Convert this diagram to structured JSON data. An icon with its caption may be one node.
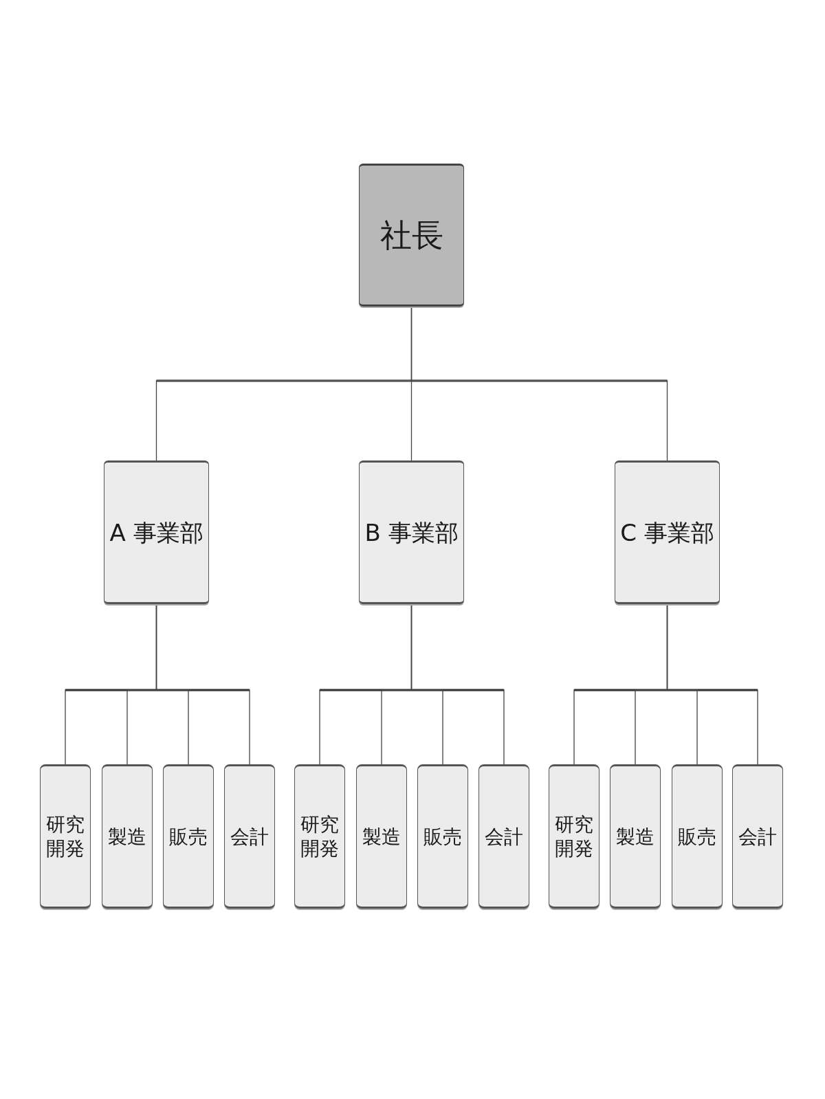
{
  "diagram": {
    "nodes": [
      {
        "text": [
          "社長"
        ]
      },
      {
        "text": [
          "A 事業部"
        ]
      },
      {
        "text": [
          "B 事業部"
        ]
      },
      {
        "text": [
          "C 事業部"
        ]
      },
      {
        "text": [
          "研究開発"
        ]
      },
      {
        "text": [
          "製造"
        ]
      },
      {
        "text": [
          "販売"
        ]
      },
      {
        "text": [
          "会計"
        ]
      },
      {
        "text": [
          "研究開発"
        ]
      },
      {
        "text": [
          "製造"
        ]
      },
      {
        "text": [
          "販売"
        ]
      },
      {
        "text": [
          "会計"
        ]
      },
      {
        "text": [
          "研究開発"
        ]
      },
      {
        "text": [
          "製造"
        ]
      },
      {
        "text": [
          "販売"
        ]
      },
      {
        "text": [
          "会計"
        ]
      }
    ],
    "edges": [
      {
        "from": 0,
        "to": 1,
        "arrow": "none"
      },
      {
        "from": 0,
        "to": 2,
        "arrow": "none"
      },
      {
        "from": 0,
        "to": 3,
        "arrow": "none"
      },
      {
        "from": 1,
        "to": 4,
        "arrow": "none"
      },
      {
        "from": 1,
        "to": 5,
        "arrow": "none"
      },
      {
        "from": 1,
        "to": 6,
        "arrow": "none"
      },
      {
        "from": 1,
        "to": 7,
        "arrow": "none"
      },
      {
        "from": 2,
        "to": 8,
        "arrow": "none"
      },
      {
        "from": 2,
        "to": 9,
        "arrow": "none"
      },
      {
        "from": 2,
        "to": 10,
        "arrow": "none"
      },
      {
        "from": 2,
        "to": 11,
        "arrow": "none"
      },
      {
        "from": 3,
        "to": 12,
        "arrow": "none"
      },
      {
        "from": 3,
        "to": 13,
        "arrow": "none"
      },
      {
        "from": 3,
        "to": 14,
        "arrow": "none"
      },
      {
        "from": 3,
        "to": 15,
        "arrow": "none"
      }
    ]
  }
}
